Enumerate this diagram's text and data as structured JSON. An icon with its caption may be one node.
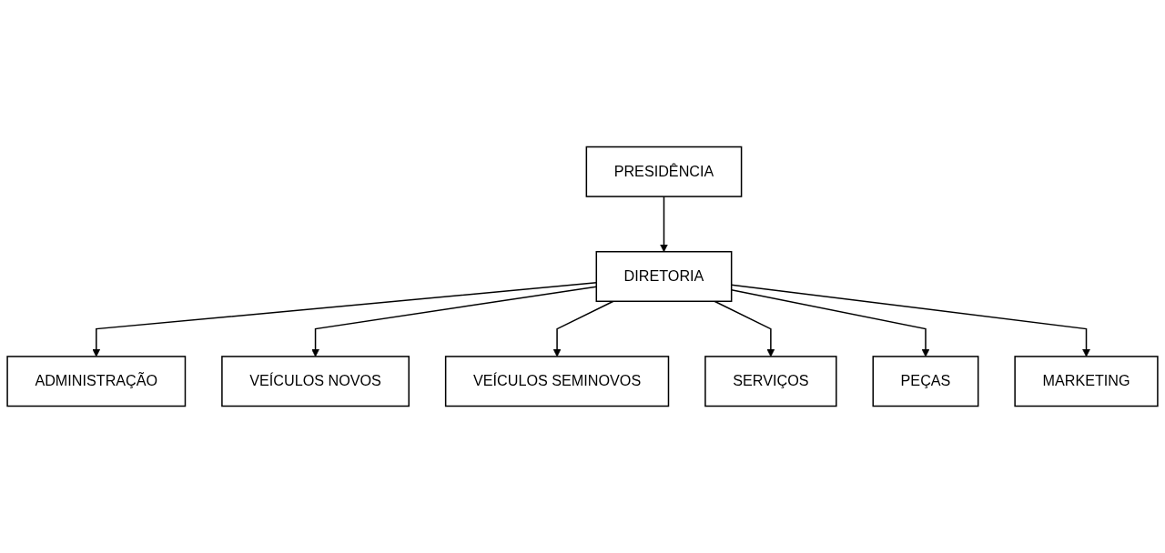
{
  "diagram": {
    "nodes": [
      {
        "text": [
          "PRESIDÊNCIA"
        ]
      },
      {
        "text": [
          "DIRETORIA"
        ]
      },
      {
        "text": [
          "ADMINISTRAÇÃO"
        ]
      },
      {
        "text": [
          "VEÍCULOS NOVOS"
        ]
      },
      {
        "text": [
          "VEÍCULOS SEMINOVOS"
        ]
      },
      {
        "text": [
          "SERVIÇOS"
        ]
      },
      {
        "text": [
          "PEÇAS"
        ]
      },
      {
        "text": [
          "MARKETING"
        ]
      }
    ],
    "edges": [
      {
        "from": 0,
        "to": 1,
        "arrow": "to"
      },
      {
        "from": 1,
        "to": 2,
        "arrow": "to"
      },
      {
        "from": 1,
        "to": 3,
        "arrow": "to"
      },
      {
        "from": 1,
        "to": 4,
        "arrow": "to"
      },
      {
        "from": 1,
        "to": 5,
        "arrow": "to"
      },
      {
        "from": 1,
        "to": 6,
        "arrow": "to"
      },
      {
        "from": 1,
        "to": 7,
        "arrow": "to"
      }
    ]
  }
}
